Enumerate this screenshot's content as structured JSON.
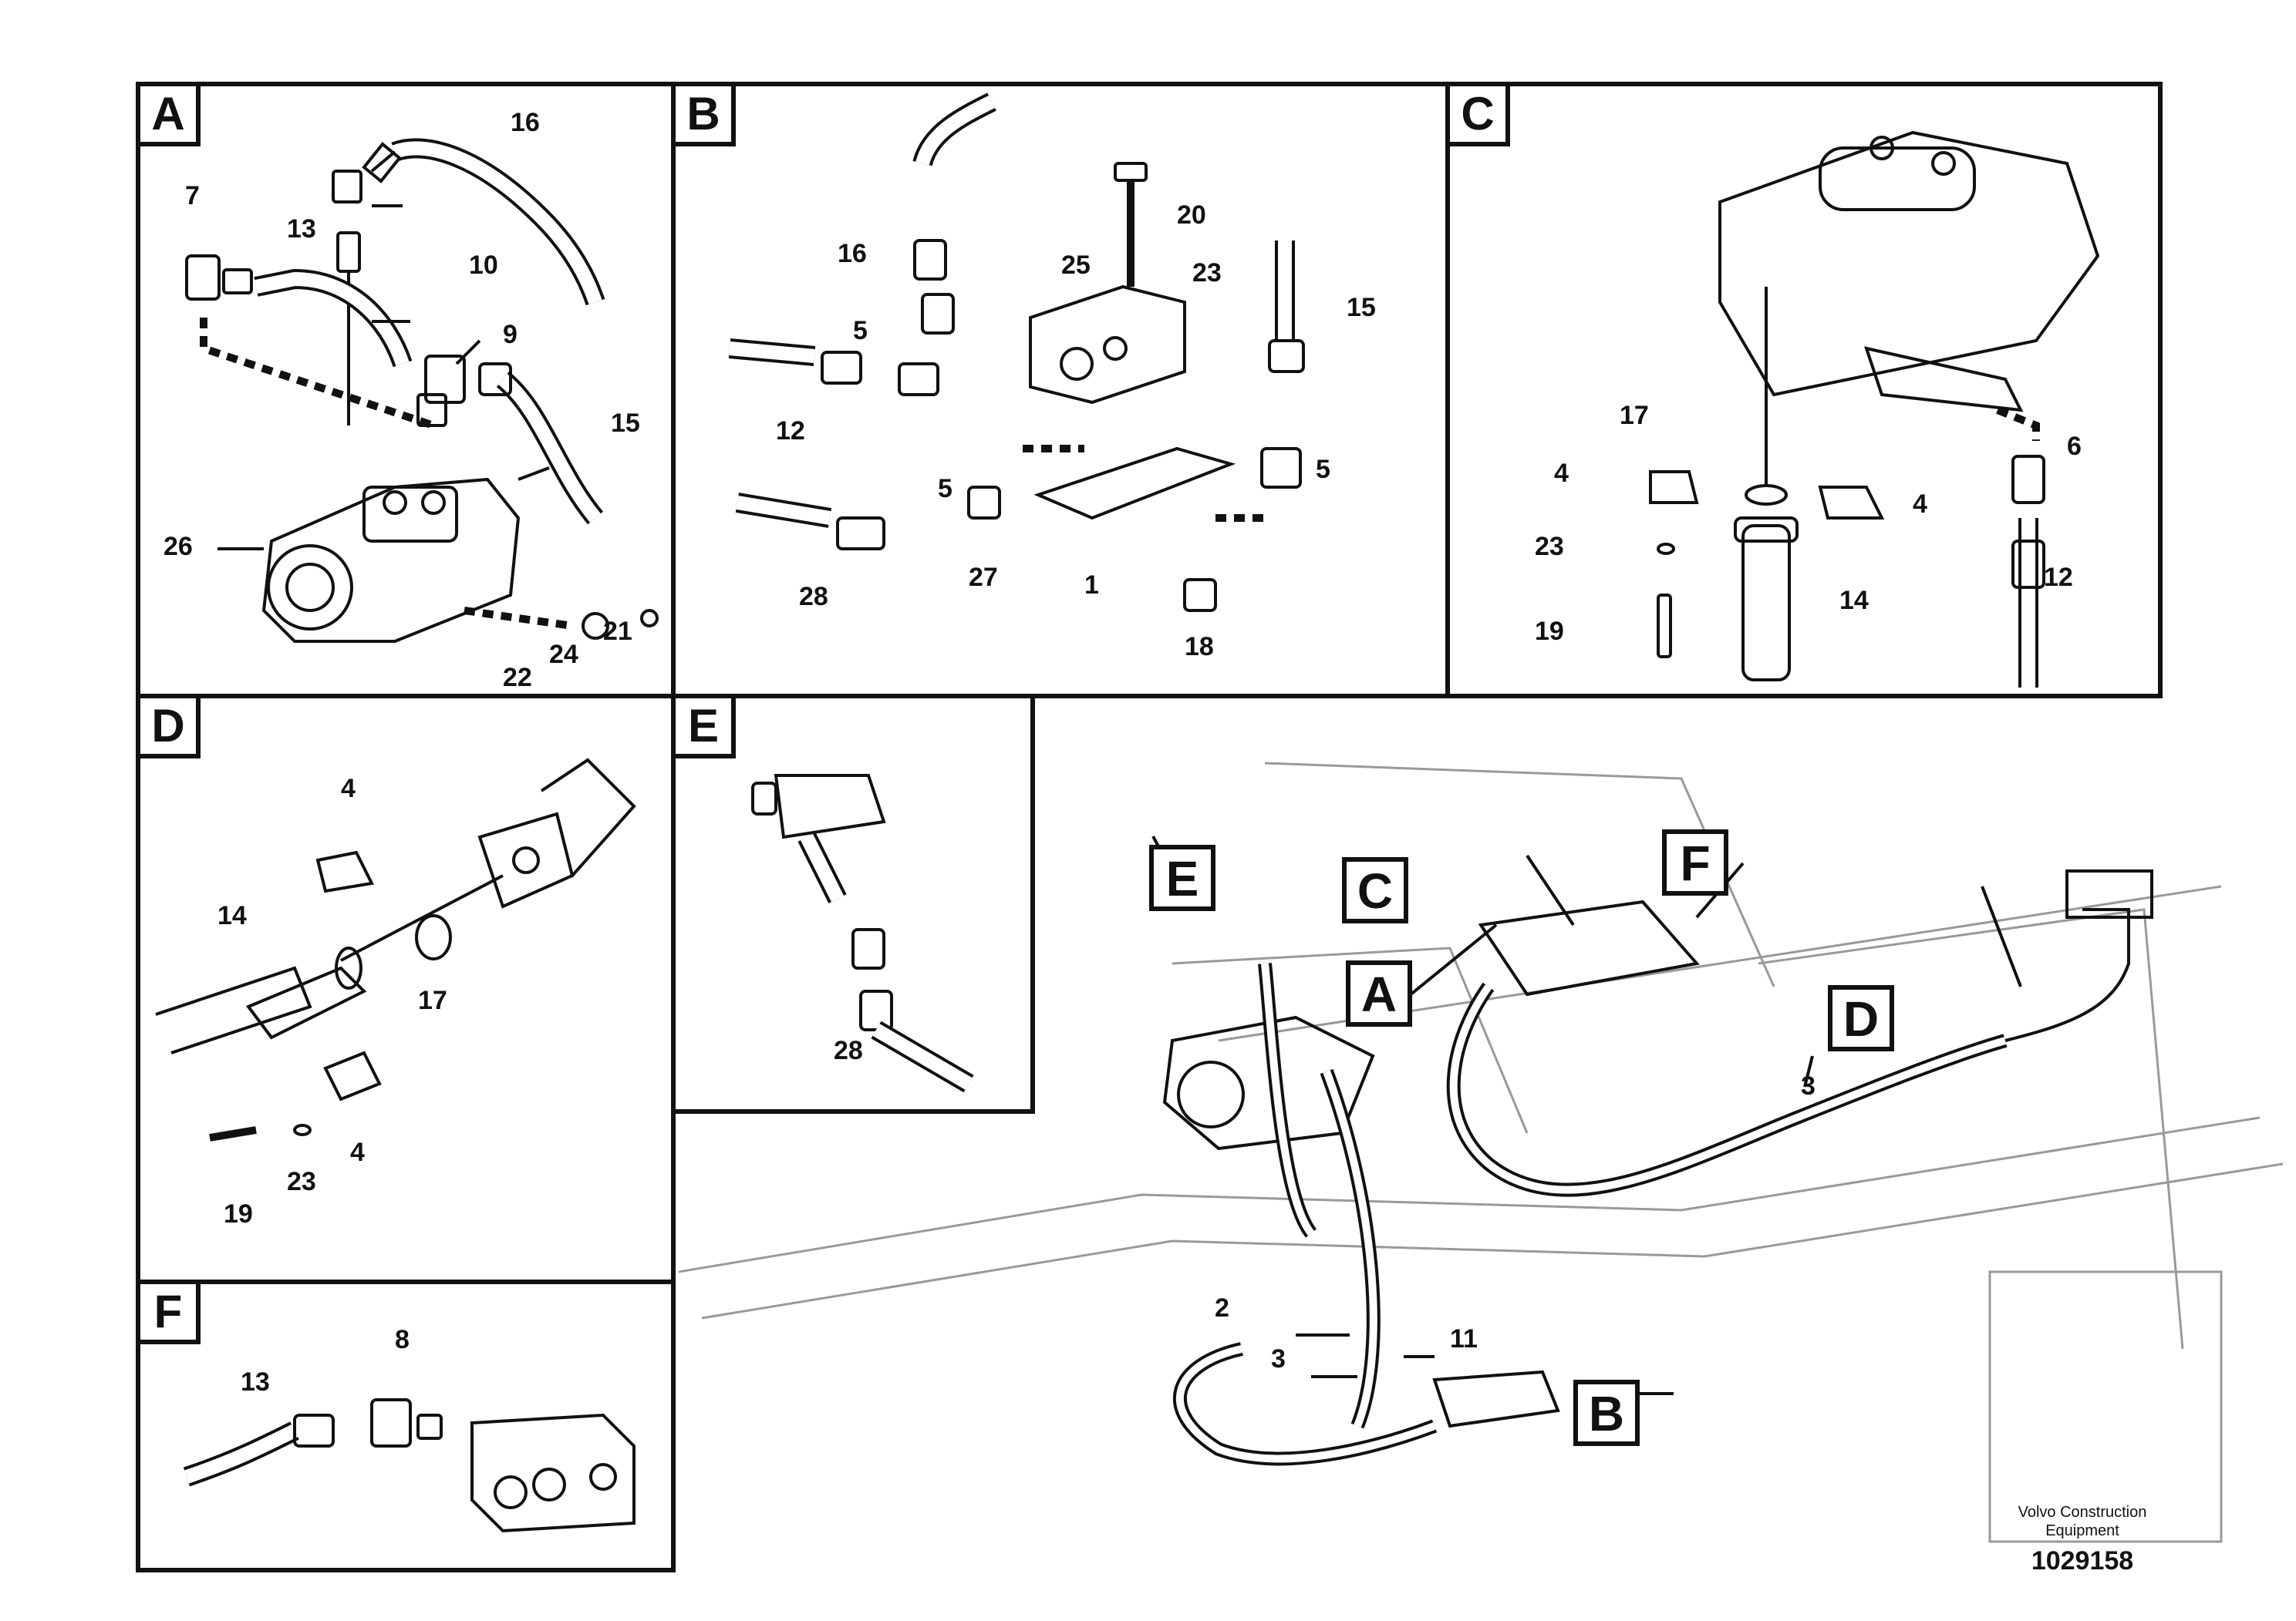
{
  "panels": {
    "A": {
      "tag": "A",
      "callouts": [
        "16",
        "7",
        "13",
        "10",
        "9",
        "15",
        "26",
        "22",
        "24",
        "21"
      ]
    },
    "B": {
      "tag": "B",
      "callouts": [
        "20",
        "16",
        "23",
        "25",
        "15",
        "5",
        "12",
        "5",
        "5",
        "28",
        "27",
        "1",
        "18"
      ]
    },
    "C": {
      "tag": "C",
      "callouts": [
        "17",
        "6",
        "4",
        "4",
        "23",
        "14",
        "12",
        "19"
      ]
    },
    "D": {
      "tag": "D",
      "callouts": [
        "4",
        "14",
        "17",
        "4",
        "19",
        "23"
      ]
    },
    "E": {
      "tag": "E",
      "callouts": [
        "28"
      ]
    },
    "F": {
      "tag": "F",
      "callouts": [
        "8",
        "13"
      ]
    }
  },
  "overview": {
    "tags": [
      "E",
      "C",
      "F",
      "A",
      "D",
      "B"
    ],
    "callouts": [
      "3",
      "2",
      "11",
      "3"
    ]
  },
  "footer": {
    "maker_line1": "Volvo Construction",
    "maker_line2": "Equipment",
    "drawing_number": "1029158"
  }
}
